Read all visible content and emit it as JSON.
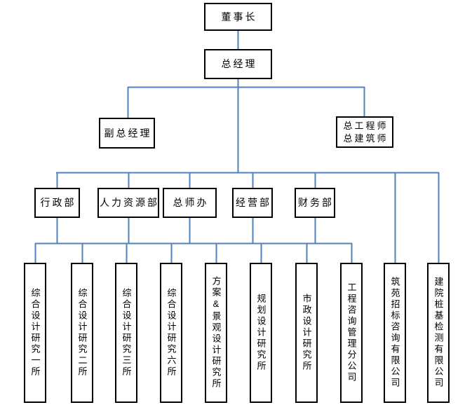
{
  "colors": {
    "connector_blue": "#4f81bd",
    "box_border": "#000000",
    "background": "#ffffff"
  },
  "org": {
    "chairman": "董事长",
    "general_manager": "总经理",
    "deputy_general_manager": "副总经理",
    "chief_engineer": "总工程师",
    "chief_architect": "总建筑师",
    "departments": [
      {
        "label": "行政部"
      },
      {
        "label": "人力资源部"
      },
      {
        "label": "总师办"
      },
      {
        "label": "经营部"
      },
      {
        "label": "财务部"
      }
    ],
    "units": [
      {
        "label": "综合设计研究一所"
      },
      {
        "label": "综合设计研究二所"
      },
      {
        "label": "综合设计研究三所"
      },
      {
        "label": "综合设计研究六所"
      },
      {
        "label": "方案&景观设计研究所"
      },
      {
        "label": "规划设计研究所"
      },
      {
        "label": "市政设计研究所"
      },
      {
        "label": "工程咨询管理分公司"
      },
      {
        "label": "筑苑招标咨询有限公司"
      },
      {
        "label": "建院桩基检测有限公司"
      }
    ]
  }
}
